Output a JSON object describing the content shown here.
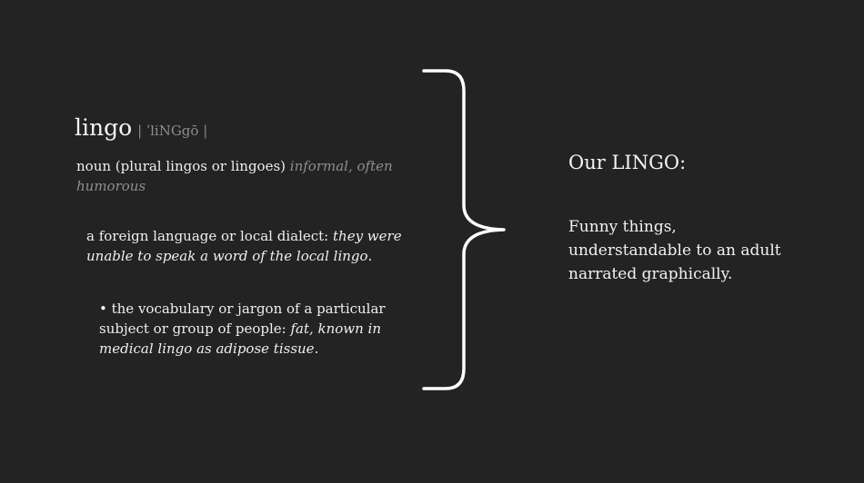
{
  "definition": {
    "headword": "lingo",
    "pronunciation": "| ˈliNGgō |",
    "part_of_speech": "noun (plural lingos or lingoes)",
    "register": "informal, often humorous",
    "sense1_text": "a foreign language or local dialect: ",
    "sense1_example": "they were unable to speak a word of the local lingo",
    "sense1_end": ".",
    "sense2_text": "• the vocabulary or jargon of a particular subject or group of people: ",
    "sense2_example": "fat, known in medical lingo as adipose tissue",
    "sense2_end": "."
  },
  "summary": {
    "title": "Our LINGO:",
    "line1": "Funny things,",
    "line2": "understandable to an adult",
    "line3": "narrated graphically."
  },
  "colors": {
    "background": "#232323",
    "text": "#f0f0f0",
    "muted": "#8e8e8e"
  }
}
